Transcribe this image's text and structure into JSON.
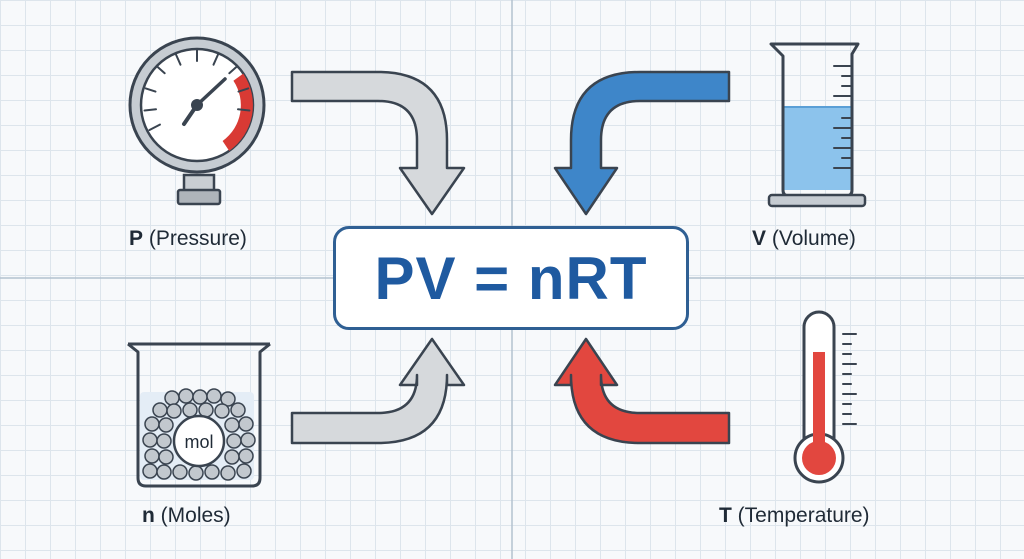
{
  "equation": "PV = nRT",
  "variables": {
    "pressure": {
      "symbol": "P",
      "name": "(Pressure)"
    },
    "volume": {
      "symbol": "V",
      "name": "(Volume)"
    },
    "moles": {
      "symbol": "n",
      "name": "(Moles)"
    },
    "temperature": {
      "symbol": "T",
      "name": "(Temperature)"
    }
  },
  "beaker_label": "mol",
  "colors": {
    "equation": "#1f5aa0",
    "gray_arrow": "#d6d9dc",
    "blue_arrow": "#3e86c9",
    "red_arrow": "#e2473f",
    "liquid": "#8cc3ec",
    "gauge_red": "#d93a34"
  }
}
